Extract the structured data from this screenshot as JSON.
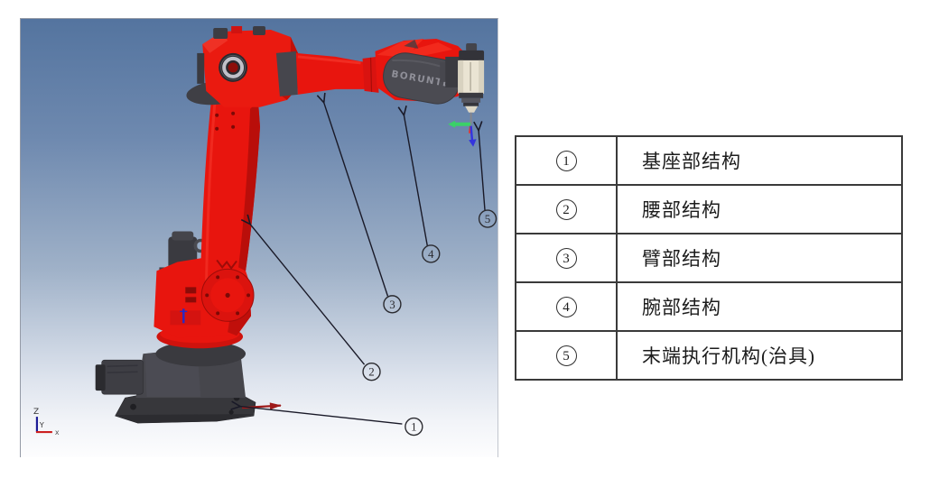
{
  "figure": {
    "type": "robot-structure-diagram",
    "brand_label": "BORUNTE",
    "colors": {
      "robot_red": "#e8150e",
      "robot_dark_gray": "#3c3c42",
      "spindle_cream": "#eae4d3",
      "sky_top": "#54749f",
      "sky_bottom": "#fdfdfe",
      "annotation_line": "#191927",
      "base_pointer_red": "#9e1a1a",
      "tool_axis_green": "#3bd168",
      "tool_axis_blue": "#3434de"
    },
    "axis_triad": {
      "z_label": "Z",
      "y_label": "Y",
      "x_label": "x"
    },
    "callouts": [
      {
        "num": "1"
      },
      {
        "num": "2"
      },
      {
        "num": "3"
      },
      {
        "num": "4"
      },
      {
        "num": "5"
      }
    ]
  },
  "table": {
    "rows": [
      {
        "num": "1",
        "label": "基座部结构"
      },
      {
        "num": "2",
        "label": "腰部结构"
      },
      {
        "num": "3",
        "label": "臂部结构"
      },
      {
        "num": "4",
        "label": "腕部结构"
      },
      {
        "num": "5",
        "label": "末端执行机构(治具)"
      }
    ]
  }
}
